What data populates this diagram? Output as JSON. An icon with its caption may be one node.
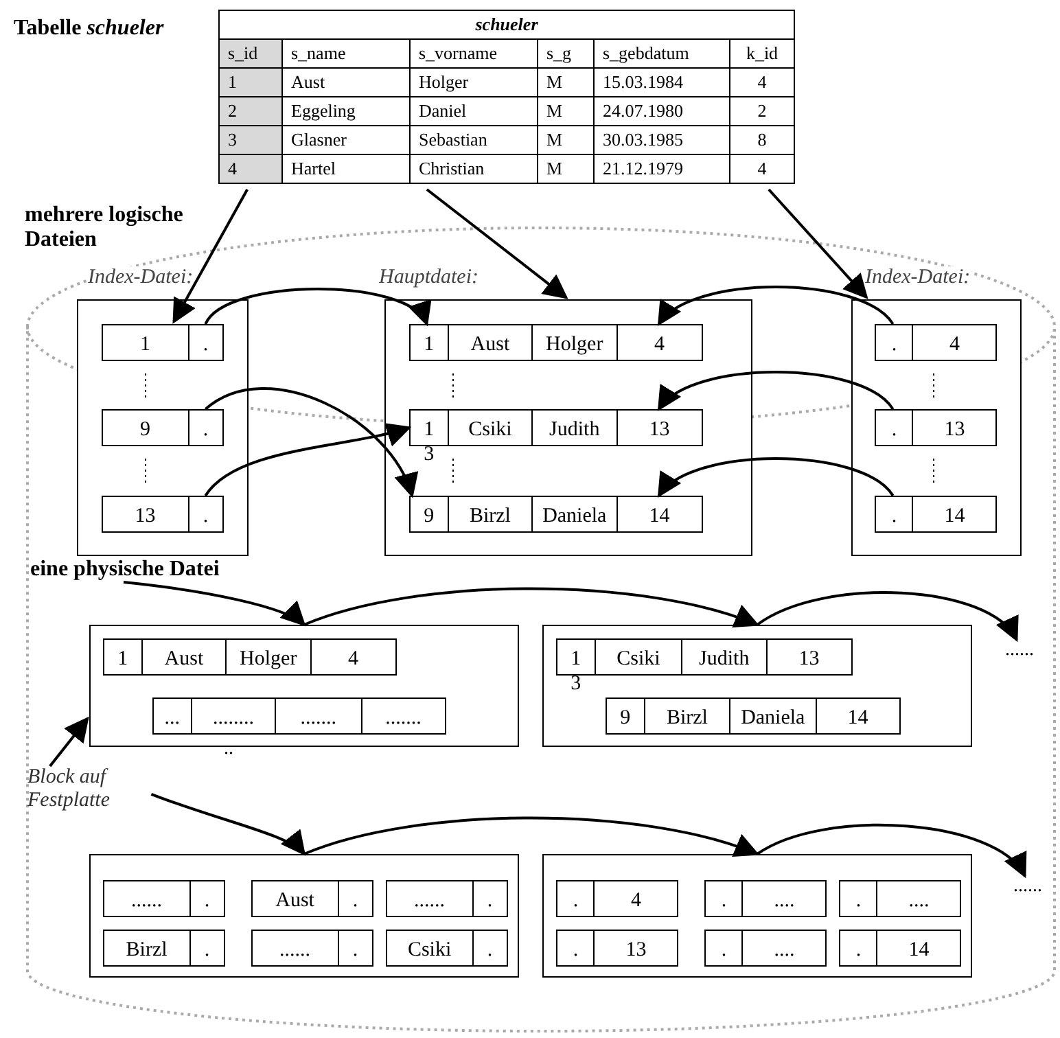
{
  "diagram": {
    "nodes": [
      {
        "text": [
          "schueler"
        ]
      },
      {
        "text": [],
        "shape": "cylinder"
      },
      {
        "text": [
          "Index-Datei:"
        ],
        "in": 1
      },
      {
        "text": [
          "1",
          "."
        ],
        "in": 2
      },
      {
        "text": [
          "9",
          "."
        ],
        "in": 2
      },
      {
        "text": [
          "13",
          "."
        ],
        "in": 2
      },
      {
        "text": [
          "Hauptdatei:"
        ],
        "in": 1
      },
      {
        "text": [
          "1",
          "Aust",
          "Holger",
          "4"
        ],
        "in": 6
      },
      {
        "text": [
          "1 3",
          "Csiki",
          "Judith",
          "13"
        ],
        "in": 6
      },
      {
        "text": [
          "9",
          "Birzl",
          "Daniela",
          "14"
        ],
        "in": 6
      },
      {
        "text": [
          "Index-Datei:"
        ],
        "in": 1
      },
      {
        "text": [
          ".",
          "4"
        ],
        "in": 10
      },
      {
        "text": [
          ".",
          "13"
        ],
        "in": 10
      },
      {
        "text": [
          ".",
          "14"
        ],
        "in": 10
      },
      {
        "text": [
          "eine physische Datei"
        ],
        "in": 1
      },
      {
        "text": [],
        "shape": "box",
        "in": 1
      },
      {
        "text": [
          "1",
          "Aust",
          "Holger",
          "4"
        ],
        "in": 15
      },
      {
        "text": [
          "...",
          "........",
          ".......",
          "......."
        ],
        "in": 15
      },
      {
        "text": [],
        "shape": "box",
        "in": 1
      },
      {
        "text": [
          "1 3",
          "Csiki",
          "Judith",
          "13"
        ],
        "in": 18
      },
      {
        "text": [
          "9",
          "Birzl",
          "Daniela",
          "14"
        ],
        "in": 18
      },
      {
        "text": [
          "Block auf Festplatte"
        ],
        "in": 1
      },
      {
        "text": [],
        "shape": "box",
        "in": 1
      },
      {
        "text": [
          "......",
          "."
        ],
        "in": 22
      },
      {
        "text": [
          "Aust",
          "."
        ],
        "in": 22
      },
      {
        "text": [
          "......",
          "."
        ],
        "in": 22
      },
      {
        "text": [
          "Birzl",
          "."
        ],
        "in": 22
      },
      {
        "text": [
          "......",
          "."
        ],
        "in": 22
      },
      {
        "text": [
          "Csiki",
          "."
        ],
        "in": 22
      },
      {
        "text": [],
        "shape": "box",
        "in": 1
      },
      {
        "text": [
          ".",
          "4"
        ],
        "in": 29
      },
      {
        "text": [
          ".",
          "...."
        ],
        "in": 29
      },
      {
        "text": [
          ".",
          "...."
        ],
        "in": 29
      },
      {
        "text": [
          ".",
          "13"
        ],
        "in": 29
      },
      {
        "text": [
          ".",
          "...."
        ],
        "in": 29
      },
      {
        "text": [
          ".",
          "14"
        ],
        "in": 29
      },
      {
        "text": [
          "......"
        ],
        "in": 1
      },
      {
        "text": [
          "......"
        ],
        "in": 1
      }
    ],
    "edges": [
      {
        "from": 0,
        "to": 3,
        "arrow": "to"
      },
      {
        "from": 0,
        "to": 6,
        "arrow": "to"
      },
      {
        "from": 0,
        "to": 10,
        "arrow": "to"
      },
      {
        "from": 3,
        "to": 7,
        "arrow": "to"
      },
      {
        "from": 4,
        "to": 9,
        "arrow": "to"
      },
      {
        "from": 5,
        "to": 8,
        "arrow": "to"
      },
      {
        "from": 11,
        "to": 7,
        "arrow": "to"
      },
      {
        "from": 12,
        "to": 8,
        "arrow": "to"
      },
      {
        "from": 13,
        "to": 9,
        "arrow": "to"
      },
      {
        "from": 14,
        "to": 15,
        "arrow": "to"
      },
      {
        "from": 15,
        "to": 18,
        "arrow": "to"
      },
      {
        "from": 18,
        "to": 36,
        "arrow": "to"
      },
      {
        "from": 21,
        "to": 15,
        "arrow": "to"
      },
      {
        "from": 21,
        "to": 22,
        "arrow": "to"
      },
      {
        "from": 22,
        "to": 29,
        "arrow": "to"
      },
      {
        "from": 29,
        "to": 37,
        "arrow": "to"
      }
    ],
    "labels": [
      "Tabelle *schueler*",
      "s_id",
      "s_name",
      "s_vorname",
      "s_g",
      "s_gebdatum",
      "k_id",
      "1",
      "Aust",
      "Holger",
      "M",
      "15.03.1984",
      "4",
      "2",
      "Eggeling",
      "Daniel",
      "M",
      "24.07.1980",
      "2",
      "3",
      "Glasner",
      "Sebastian",
      "M",
      "30.03.1985",
      "8",
      "4",
      "Hartel",
      "Christian",
      "M",
      "21.12.1979",
      "4",
      "mehrere logische Dateien",
      ".."
    ]
  }
}
